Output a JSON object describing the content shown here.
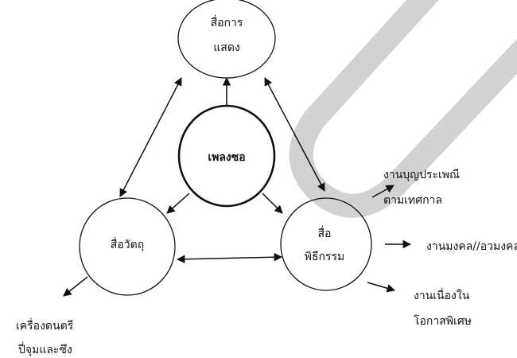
{
  "nodes": {
    "performance": {
      "line1": "สื่อการ",
      "line2": "แสดง"
    },
    "center": {
      "label": "เพลงซอ"
    },
    "object": {
      "label": "สื่อวัตถุ"
    },
    "ritual": {
      "line1": "สื่อ",
      "line2": "พิธีกรรม"
    }
  },
  "outputs": {
    "festival": {
      "line1": "งานบุญประเพณี",
      "line2": "ตามเทศกาล"
    },
    "auspicious": {
      "label": "งานมงคล//อวมงคล"
    },
    "special": {
      "line1": "งานเนื่องใน",
      "line2": "โอกาสพิเศษ"
    },
    "instruments": {
      "line1": "เครื่องดนตรี",
      "line2": "ปี่จุมและซึง"
    }
  },
  "colors": {
    "stroke": "#111111",
    "watermark": "#d2d2d2"
  }
}
